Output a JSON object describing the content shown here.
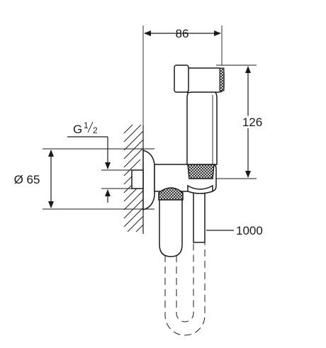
{
  "dimensions": {
    "width_label": "86",
    "height_label": "126",
    "thread_prefix": "G",
    "thread_numerator": "1",
    "thread_denominator": "2",
    "diameter_label": "Ø 65",
    "hose_label": "1000"
  },
  "colors": {
    "line": "#1a1a1a",
    "background": "#ffffff"
  }
}
